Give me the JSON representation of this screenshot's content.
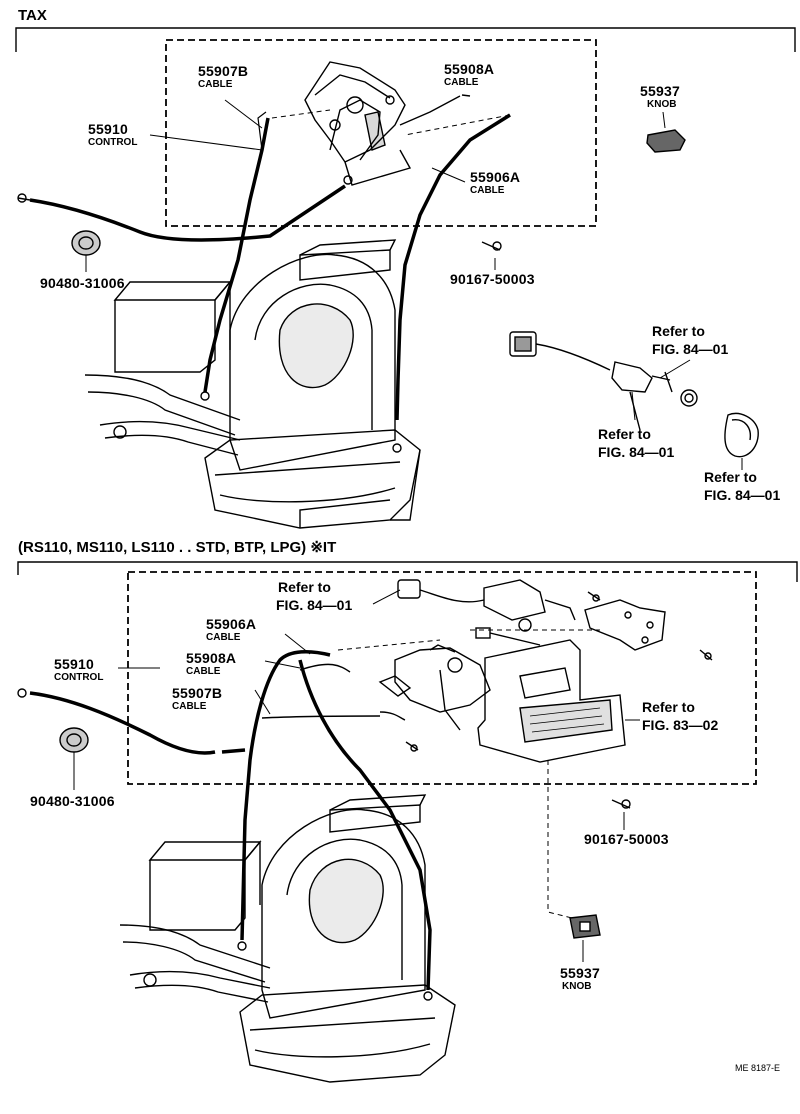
{
  "section1": {
    "title": "TAX",
    "parts": {
      "p55907b": {
        "num": "55907B",
        "name": "CABLE"
      },
      "p55908a": {
        "num": "55908A",
        "name": "CABLE"
      },
      "p55937": {
        "num": "55937",
        "name": "KNOB"
      },
      "p55910": {
        "num": "55910",
        "name": "CONTROL"
      },
      "p55906a": {
        "num": "55906A",
        "name": "CABLE"
      },
      "p90480": {
        "num": "90480-31006"
      },
      "p90167": {
        "num": "90167-50003"
      }
    },
    "refs": {
      "r1": {
        "l1": "Refer to",
        "l2": "FIG. 84—01"
      },
      "r2": {
        "l1": "Refer to",
        "l2": "FIG. 84—01"
      },
      "r3": {
        "l1": "Refer to",
        "l2": "FIG. 84—01"
      }
    }
  },
  "section2": {
    "title": "(RS110, MS110, LS110 . . STD, BTP, LPG)   ※IT",
    "parts": {
      "p55906a": {
        "num": "55906A",
        "name": "CABLE"
      },
      "p55908a": {
        "num": "55908A",
        "name": "CABLE"
      },
      "p55907b": {
        "num": "55907B",
        "name": "CABLE"
      },
      "p55910": {
        "num": "55910",
        "name": "CONTROL"
      },
      "p90480": {
        "num": "90480-31006"
      },
      "p90167": {
        "num": "90167-50003"
      },
      "p55937": {
        "num": "55937",
        "name": "KNOB"
      }
    },
    "refs": {
      "r1": {
        "l1": "Refer to",
        "l2": "FIG. 84—01"
      },
      "r2": {
        "l1": "Refer to",
        "l2": "FIG. 83—02"
      }
    }
  },
  "footer": {
    "code": "ME  8187-E"
  }
}
